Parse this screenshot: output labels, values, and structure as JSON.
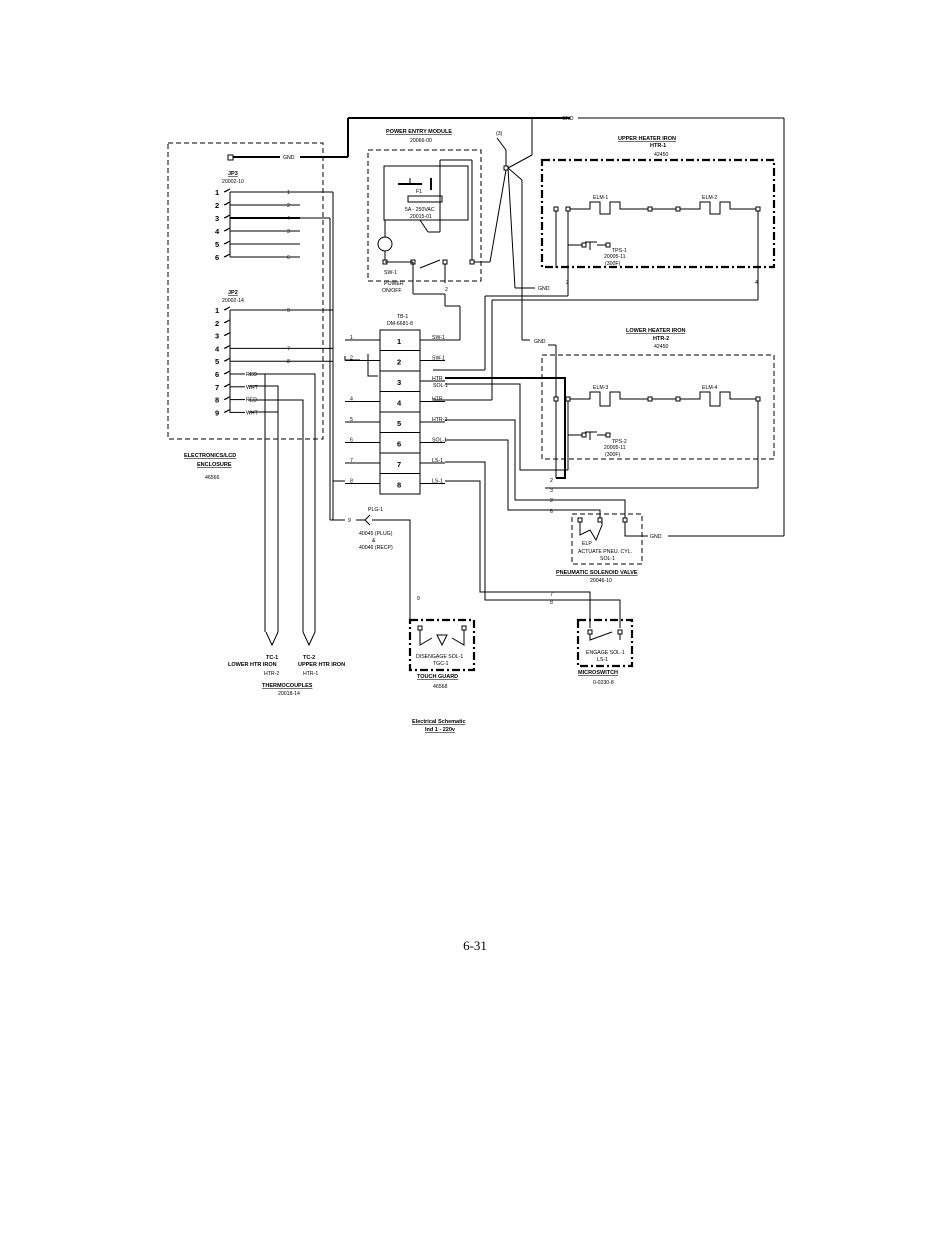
{
  "diagram": {
    "title": "Electrical Schematic",
    "subtitle": "Ind 1 - 220v",
    "page_number": "6-31"
  },
  "enclosure": {
    "label": "ELECTRONICS/LCD",
    "label2": "ENCLOSURE",
    "part": "46566",
    "gnd": "GND"
  },
  "jp3": {
    "name": "JP3",
    "part": "20002-10",
    "pins": [
      "1",
      "2",
      "3",
      "4",
      "5",
      "6"
    ],
    "wires": [
      "1",
      "2",
      "4",
      "3",
      "",
      "6"
    ]
  },
  "jp2": {
    "name": "JP2",
    "part": "20002-14",
    "pins": [
      "1",
      "2",
      "3",
      "4",
      "5",
      "6",
      "7",
      "8",
      "9"
    ],
    "wires": [
      "9",
      "",
      "",
      "7",
      "8",
      "RED",
      "WHT",
      "RED",
      "WHT"
    ]
  },
  "power_entry": {
    "title": "POWER ENTRY MODULE",
    "part": "20066-00",
    "fuse": "F1",
    "fuse_rating": "5A - 250VAC",
    "fuse_part": "20015-01",
    "switch": "SW-1",
    "switch_label": "POWER",
    "switch_label2": "ON/OFF",
    "wire": "2"
  },
  "ground_top": "GND",
  "ground_symbol": "(3)",
  "upper_heater": {
    "title": "UPPER HEATER IRON",
    "id": "HTR-1",
    "part": "42450",
    "elem1": "ELM-1",
    "elem2": "ELM-2",
    "tps": "TPS-1",
    "tps_part": "20005-11",
    "tps_temp": "(300F)",
    "gnd": "GND",
    "wire_a": "2",
    "wire_b": "4"
  },
  "lower_heater": {
    "title": "LOWER HEATER IRON",
    "id": "HTR-2",
    "part": "42450",
    "elem1": "ELM-3",
    "elem2": "ELM-4",
    "tps": "TPS-2",
    "tps_part": "20005-11",
    "tps_temp": "(300F)",
    "gnd": "GND"
  },
  "terminal_block": {
    "name": "TB-1",
    "part": "DM-6681-8",
    "terminals": [
      "1",
      "2",
      "3",
      "4",
      "5",
      "6",
      "7",
      "8"
    ],
    "left_wires": [
      "1",
      "2",
      "",
      "4",
      "5",
      "6",
      "7",
      "8"
    ],
    "right_labels": [
      "SW-1",
      "SW-1",
      "HTR",
      "HTR",
      "HTR-2",
      "SOL-1",
      "LS-1",
      "LS-1"
    ],
    "right_label_3b": "SOL-1"
  },
  "plug": {
    "name": "PLG-1",
    "wire": "9",
    "part_plug": "40045 (PLUG)",
    "amp": "&",
    "part_recp": "40046 (RECP)"
  },
  "solenoid_valve": {
    "title": "PNEUMATIC SOLENOID VALVE",
    "part": "20046-10",
    "inner": "ACTUATE PNEU. CYL.",
    "id": "SOL-1",
    "coil": "ELP",
    "gnd": "GND",
    "wires": [
      "2",
      "3",
      "2",
      "6"
    ]
  },
  "touch_guard": {
    "title": "TOUCH GUARD",
    "part": "46568",
    "inner": "DISENGAGE SOL-1",
    "id": "TGC-1",
    "wire": "9"
  },
  "microswitch": {
    "title": "MICROSWITCH",
    "part": "0-0230-8",
    "inner": "ENGAGE SOL-1",
    "id": "LS-1",
    "wires": [
      "7",
      "8"
    ]
  },
  "thermocouples": {
    "title": "THERMOCOUPLES",
    "part": "20018-14",
    "tc1": "TC-1",
    "tc1_desc": "LOWER HTR IRON",
    "tc1_id": "HTR-2",
    "tc2": "TC-2",
    "tc2_desc": "UPPER HTR IRON",
    "tc2_id": "HTR-1"
  }
}
